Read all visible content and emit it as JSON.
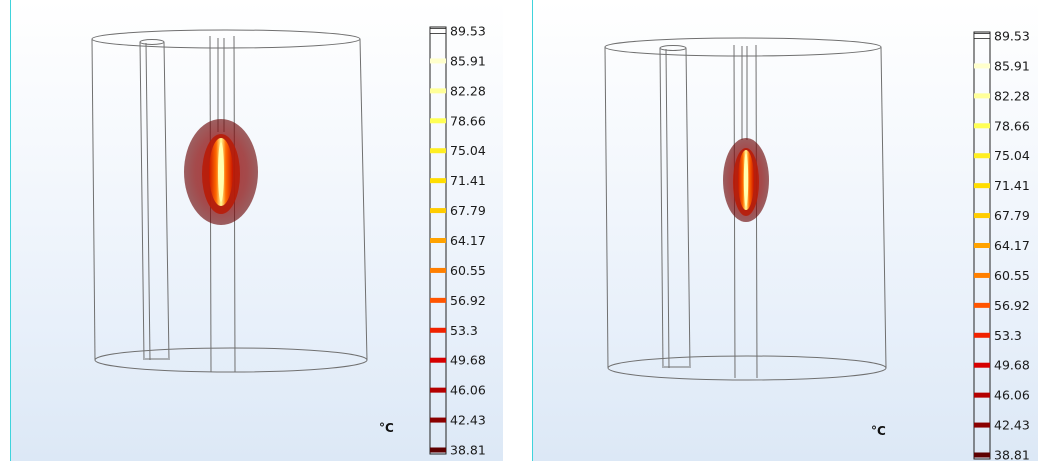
{
  "unit": "°C",
  "colorbar": {
    "labels": [
      "89.53",
      "85.91",
      "82.28",
      "78.66",
      "75.04",
      "71.41",
      "67.79",
      "64.17",
      "60.55",
      "56.92",
      "53.3",
      "49.68",
      "46.06",
      "42.43",
      "38.81"
    ],
    "colors": [
      "#ffffff",
      "#ffffcc",
      "#ffff99",
      "#ffff55",
      "#ffee22",
      "#ffdd00",
      "#ffcc00",
      "#ffa200",
      "#ff7f00",
      "#ff5500",
      "#f02200",
      "#d60000",
      "#b40000",
      "#8a0000",
      "#5e0000"
    ]
  },
  "panels": [
    {
      "name": "left-view"
    },
    {
      "name": "right-view"
    }
  ]
}
